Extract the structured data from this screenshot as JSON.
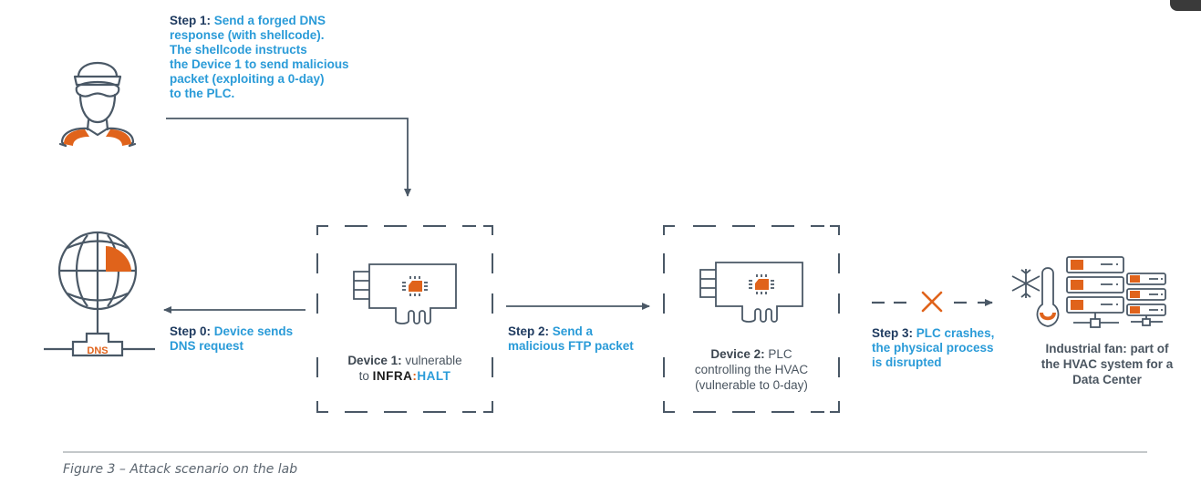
{
  "figure": {
    "caption": "Figure 3 – Attack scenario on the lab",
    "colors": {
      "accent_orange": "#e0631b",
      "step_blue": "#2a9bd8",
      "label_navy": "#1e3a5f",
      "line_gray": "#4a5866"
    }
  },
  "attacker": {
    "icon": "hacker-icon"
  },
  "dns_server": {
    "icon": "globe-icon",
    "label": "DNS"
  },
  "steps": [
    {
      "id": 0,
      "label": "Step 0:",
      "text": "Device sends DNS request"
    },
    {
      "id": 1,
      "label": "Step 1:",
      "lines": [
        "Send a forged DNS",
        "response (with shellcode).",
        "The shellcode instructs",
        "the Device 1 to send malicious",
        "packet (exploiting a 0-day)",
        "to the PLC."
      ]
    },
    {
      "id": 2,
      "label": "Step 2:",
      "lines": [
        "Send a",
        "malicious FTP packet"
      ]
    },
    {
      "id": 3,
      "label": "Step 3:",
      "lines": [
        "PLC crashes,",
        "the physical process",
        "is disrupted"
      ]
    }
  ],
  "device1": {
    "label": "Device 1:",
    "text": "vulnerable",
    "line2_prefix": "to ",
    "brand_a": "INFRA",
    "brand_colon": ":",
    "brand_b": "HALT",
    "icon": "circuit-board-icon"
  },
  "device2": {
    "label": "Device 2:",
    "text": "PLC",
    "line2": "controlling the HVAC",
    "line3": "(vulnerable to 0-day)",
    "icon": "circuit-board-icon"
  },
  "target": {
    "lines": [
      "Industrial fan: part of",
      "the HVAC system for a",
      "Data Center"
    ],
    "icon": "hvac-datacenter-icon"
  }
}
